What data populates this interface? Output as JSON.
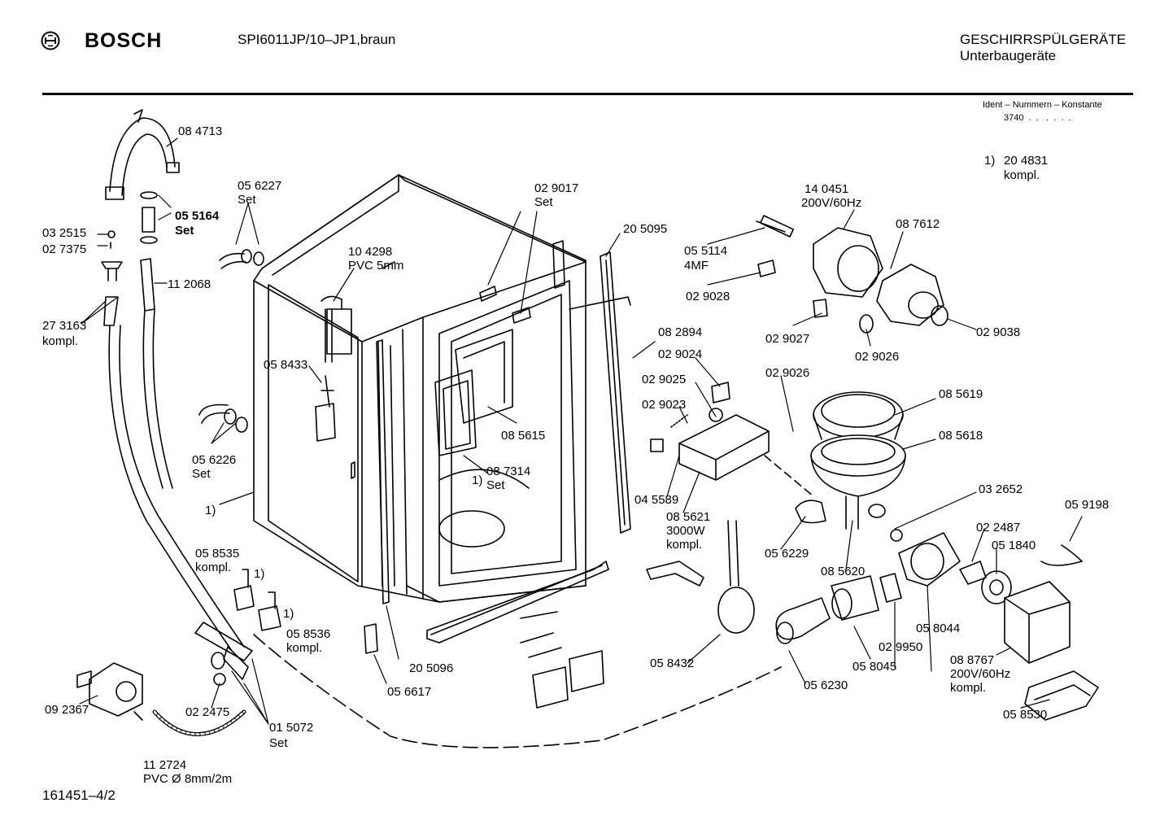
{
  "header": {
    "brand": "BOSCH",
    "model": "SPI6011JP/10–JP1,braun",
    "category_title": "GESCHIRRSPÜLGERÄTE",
    "category_subtitle": "Unterbaugeräte"
  },
  "ident": {
    "label": "Ident – Nummern – Konstante",
    "value": "3740  .  .   .  .  .  ."
  },
  "note": {
    "marker": "1)",
    "line1": "20 4831",
    "line2": "kompl."
  },
  "footer": {
    "code": "161451–4/2"
  },
  "parts": [
    {
      "l1": "08 4713",
      "l2": ""
    },
    {
      "l1": "05 5164",
      "l2": "Set"
    },
    {
      "l1": "03 2515",
      "l2": ""
    },
    {
      "l1": "02 7375",
      "l2": ""
    },
    {
      "l1": "11 2068",
      "l2": ""
    },
    {
      "l1": "27 3163",
      "l2": "kompl."
    },
    {
      "l1": "05 6227",
      "l2": "Set"
    },
    {
      "l1": "10 4298",
      "l2": "PVC 5mm"
    },
    {
      "l1": "05 8433",
      "l2": ""
    },
    {
      "l1": "05 6226",
      "l2": "Set"
    },
    {
      "l1": "1)",
      "l2": ""
    },
    {
      "l1": "05 8535",
      "l2": "kompl."
    },
    {
      "l1": "05 8536",
      "l2": "kompl."
    },
    {
      "l1": "09 2367",
      "l2": ""
    },
    {
      "l1": "02 2475",
      "l2": ""
    },
    {
      "l1": "01 5072",
      "l2": "Set"
    },
    {
      "l1": "11 2724",
      "l2": "PVC Ø 8mm/2m"
    },
    {
      "l1": "02 9017",
      "l2": "Set"
    },
    {
      "l1": "20 5095",
      "l2": ""
    },
    {
      "l1": "08 2894",
      "l2": ""
    },
    {
      "l1": "08 5615",
      "l2": ""
    },
    {
      "l1": "08 7314",
      "l2": "Set"
    },
    {
      "l1": "20 5096",
      "l2": ""
    },
    {
      "l1": "05 6617",
      "l2": ""
    },
    {
      "l1": "05 5114",
      "l2": "4MF"
    },
    {
      "l1": "02 9028",
      "l2": ""
    },
    {
      "l1": "14 0451",
      "l2": "200V/60Hz"
    },
    {
      "l1": "08 7612",
      "l2": ""
    },
    {
      "l1": "02 9027",
      "l2": ""
    },
    {
      "l1": "02 9026",
      "l2": ""
    },
    {
      "l1": "02 9038",
      "l2": ""
    },
    {
      "l1": "02 9024",
      "l2": ""
    },
    {
      "l1": "02 9025",
      "l2": ""
    },
    {
      "l1": "02 9023",
      "l2": ""
    },
    {
      "l1": "02 9026",
      "l2": ""
    },
    {
      "l1": "04 5589",
      "l2": ""
    },
    {
      "l1": "08 5621",
      "l2": "3000W"
    },
    {
      "l1": "08 5619",
      "l2": ""
    },
    {
      "l1": "08 5618",
      "l2": ""
    },
    {
      "l1": "03 2652",
      "l2": ""
    },
    {
      "l1": "05 6229",
      "l2": ""
    },
    {
      "l1": "08 5620",
      "l2": ""
    },
    {
      "l1": "05 8432",
      "l2": ""
    },
    {
      "l1": "05 6230",
      "l2": ""
    },
    {
      "l1": "05 8045",
      "l2": ""
    },
    {
      "l1": "02 9950",
      "l2": ""
    },
    {
      "l1": "05 8044",
      "l2": ""
    },
    {
      "l1": "02 2487",
      "l2": ""
    },
    {
      "l1": "05 1840",
      "l2": ""
    },
    {
      "l1": "05 9198",
      "l2": ""
    },
    {
      "l1": "08 8767",
      "l2": "200V/60Hz"
    },
    {
      "l1": "05 8530",
      "l2": ""
    }
  ],
  "extra": {
    "p1_marker": "1)",
    "p2_marker": "1)",
    "p3_marker": "1)",
    "p4_l3": "kompl.",
    "p5_l3": "kompl."
  }
}
